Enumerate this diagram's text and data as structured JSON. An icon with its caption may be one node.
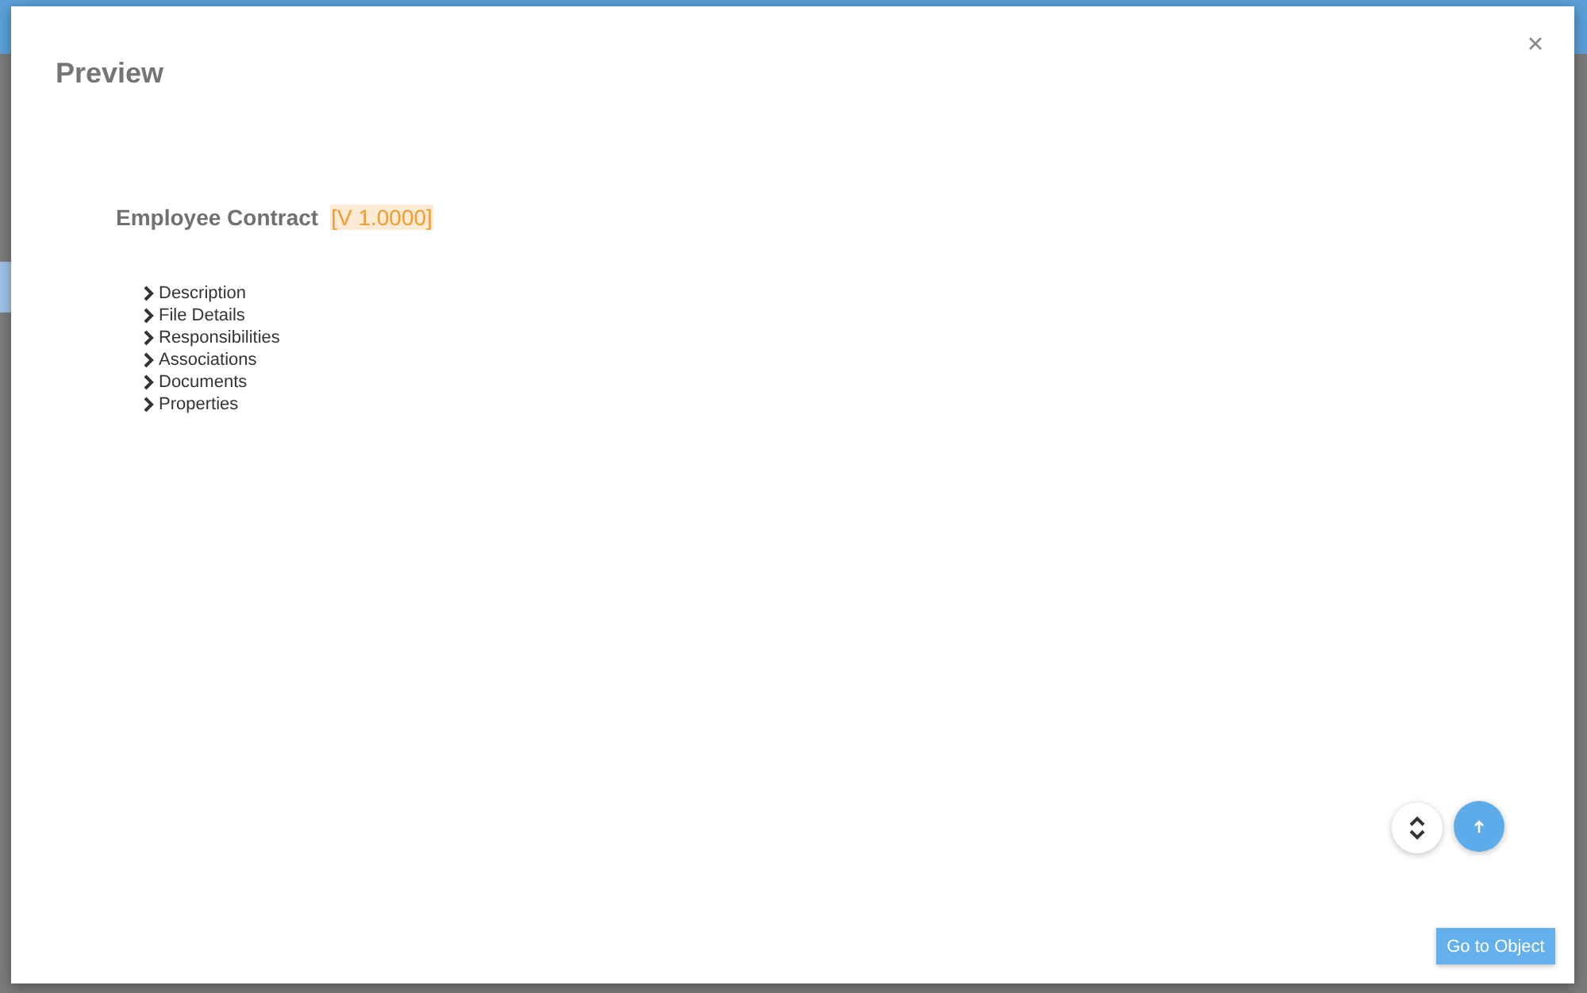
{
  "diagram": {
    "title": "Preview",
    "labels": [
      "Employee Contract",
      "[V 1.0000]",
      "Description",
      "File Details",
      "Responsibilities",
      "Associations",
      "Documents",
      "Properties",
      "Go to Object"
    ]
  }
}
